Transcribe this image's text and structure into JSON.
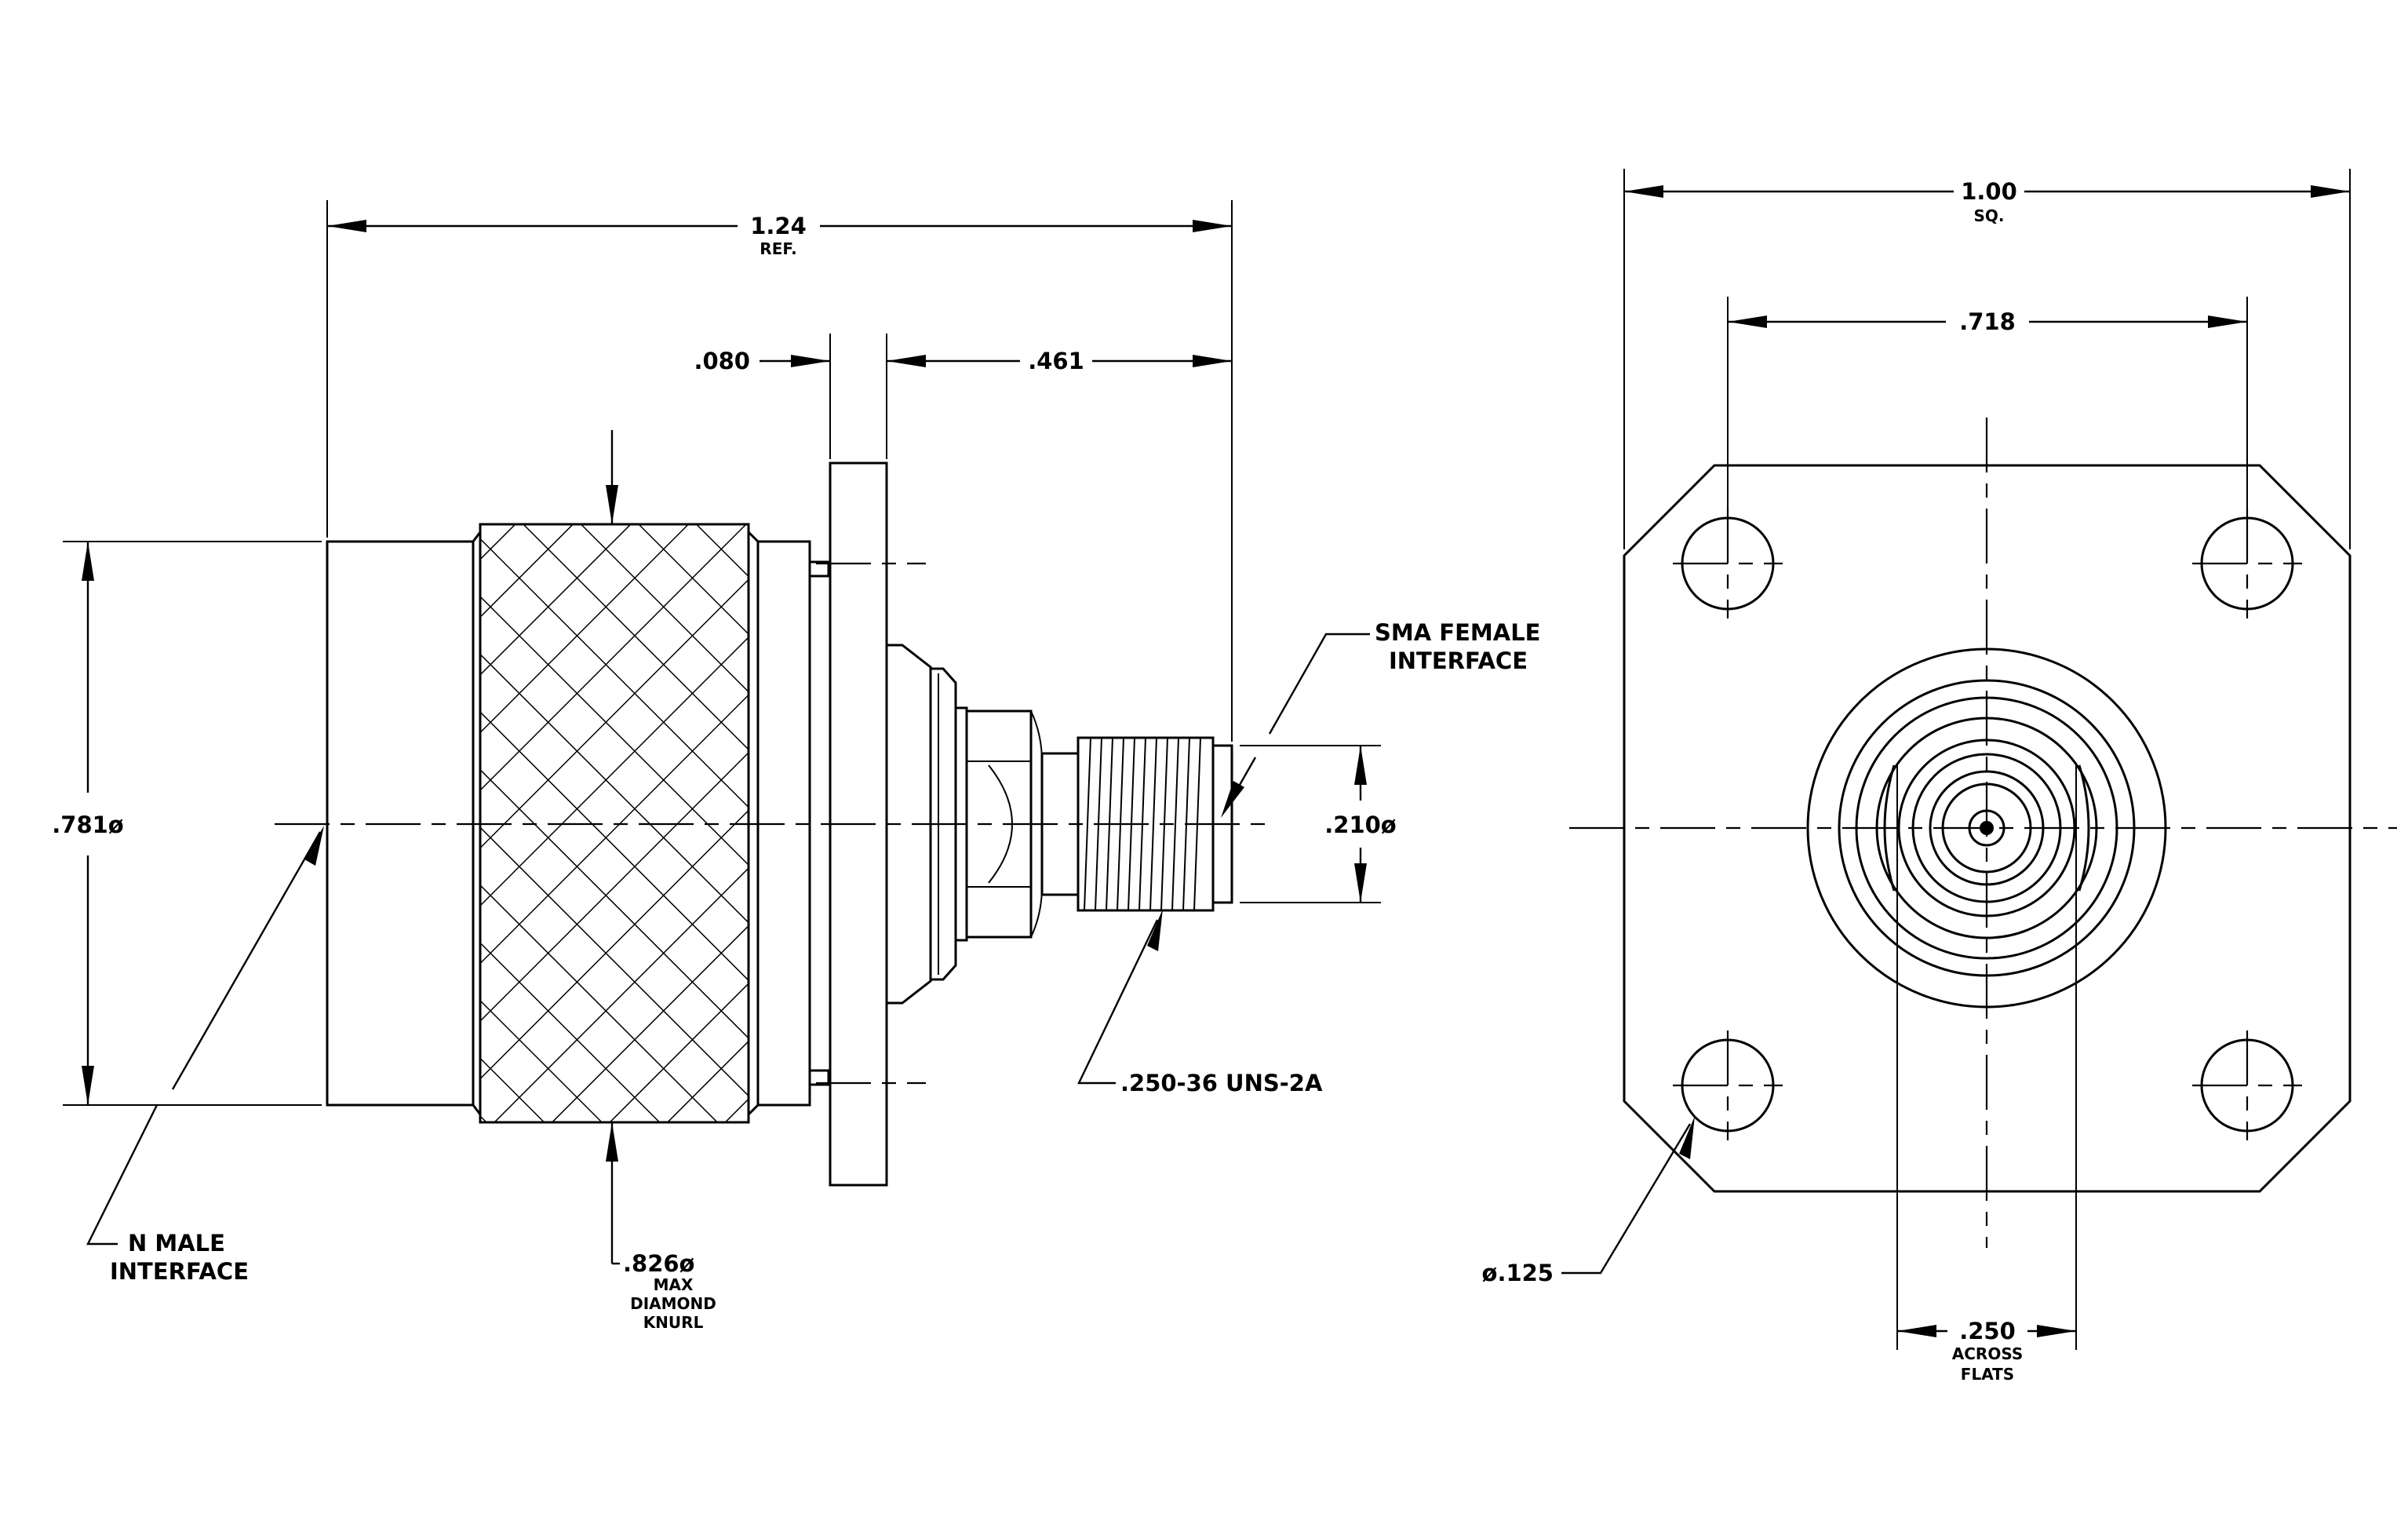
{
  "side_view": {
    "overall_length": ".24",
    "overall_length_prefix": "1",
    "overall_length_note": "REF.",
    "flange_thickness": ".080",
    "sma_length": ".461",
    "n_body_diameter": ".781ø",
    "knurl_diameter": ".826ø",
    "knurl_note_1": "MAX",
    "knurl_note_2": "DIAMOND",
    "knurl_note_3": "KNURL",
    "sma_diameter": ".210ø",
    "sma_label_1": "SMA FEMALE",
    "sma_label_2": "INTERFACE",
    "thread_label": ".250-36 UNS-2A",
    "n_label_1": "N MALE",
    "n_label_2": "INTERFACE"
  },
  "end_view": {
    "flange_size": "1.00",
    "flange_size_note": "SQ.",
    "hole_spacing": ".718",
    "hole_diameter": "ø.125",
    "flats": ".250",
    "flats_note_1": "ACROSS",
    "flats_note_2": "FLATS"
  }
}
